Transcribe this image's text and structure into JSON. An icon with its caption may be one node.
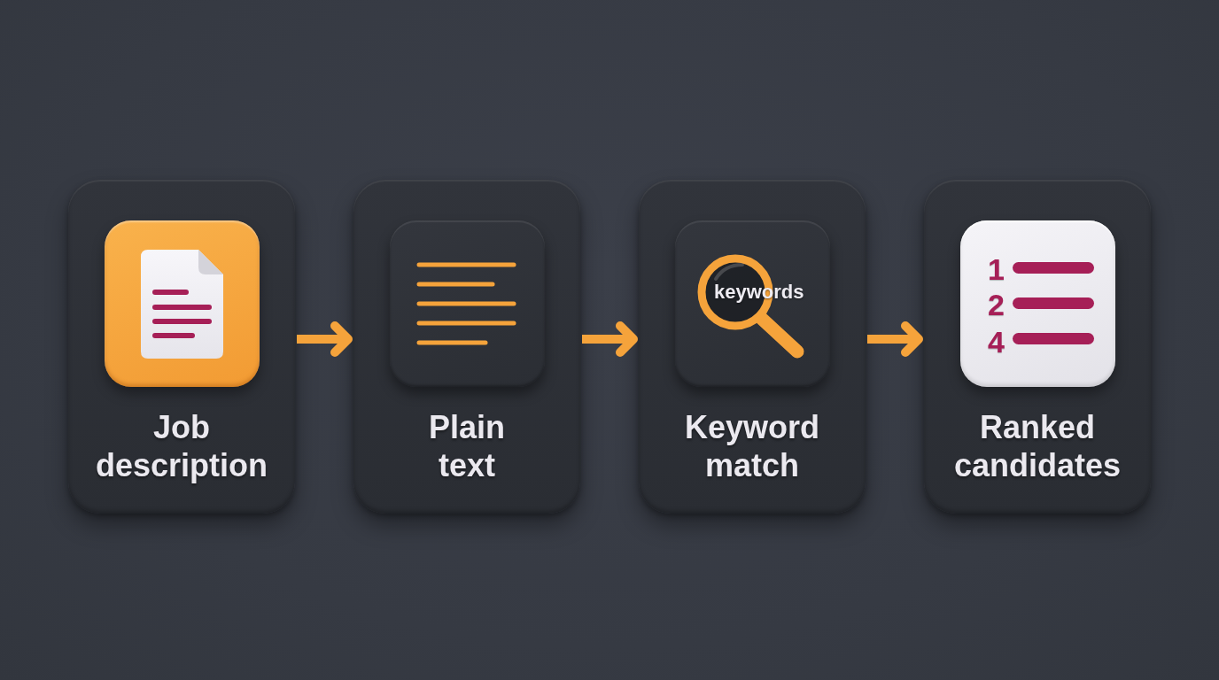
{
  "diagram": {
    "nodes": [
      {
        "text": [
          "Job description"
        ]
      },
      {
        "text": [],
        "shape": "box",
        "in": 0
      },
      {
        "text": [
          "Plain text"
        ]
      },
      {
        "text": [],
        "shape": "box",
        "in": 2
      },
      {
        "text": [
          "Keyword match"
        ]
      },
      {
        "text": [
          "keywords"
        ],
        "in": 4
      },
      {
        "text": [
          "Ranked candidates"
        ]
      },
      {
        "text": [
          "1",
          "2",
          "4"
        ],
        "in": 6
      }
    ],
    "edges": [
      {
        "from": 0,
        "to": 2,
        "arrow": "to"
      },
      {
        "from": 2,
        "to": 4,
        "arrow": "to"
      },
      {
        "from": 4,
        "to": 6,
        "arrow": "to"
      }
    ]
  }
}
